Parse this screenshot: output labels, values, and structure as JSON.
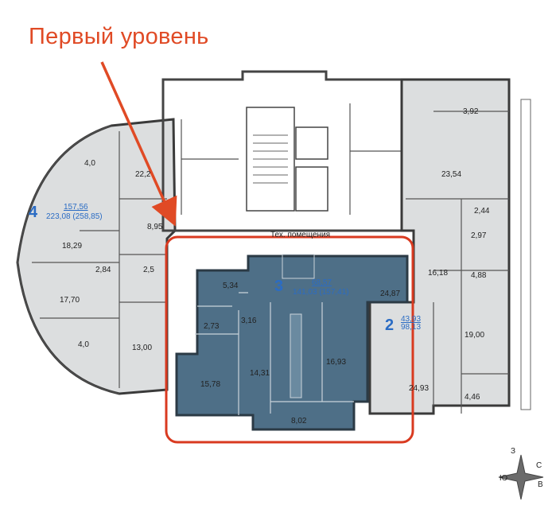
{
  "heading": "Первый уровень",
  "service_area_label": "Тех. помещения",
  "compass": {
    "letters": [
      "С",
      "В",
      "Ю",
      "З"
    ]
  },
  "apartments": {
    "apt4": {
      "number": "4",
      "area_main": "157,56",
      "area_total": "223,08 (258,85)"
    },
    "apt3": {
      "number": "3",
      "area_main": "68,57",
      "area_total": "141,03 (157,41)"
    },
    "apt2": {
      "number": "2",
      "area_main": "43,93",
      "area_total": "98,13"
    }
  },
  "rooms": {
    "apt4": [
      "4,0",
      "22,2",
      "18,29",
      "8,95",
      "2,84",
      "2,5",
      "17,70",
      "4,0",
      "13,00"
    ],
    "apt3": [
      "5,34",
      "24,87",
      "2,73",
      "3,16",
      "14,31",
      "16,93",
      "15,78",
      "8,02"
    ],
    "apt2": [
      "3,92",
      "23,54",
      "2,44",
      "2,97",
      "16,18",
      "4,88",
      "19,00",
      "24,93",
      "4,46"
    ]
  },
  "colors": {
    "heading": "#e04a25",
    "highlight_frame": "#d93a20",
    "selected_fill": "#4e6f87",
    "apartment_fill": "#dcdedf",
    "label_blue": "#2b6cc4"
  }
}
